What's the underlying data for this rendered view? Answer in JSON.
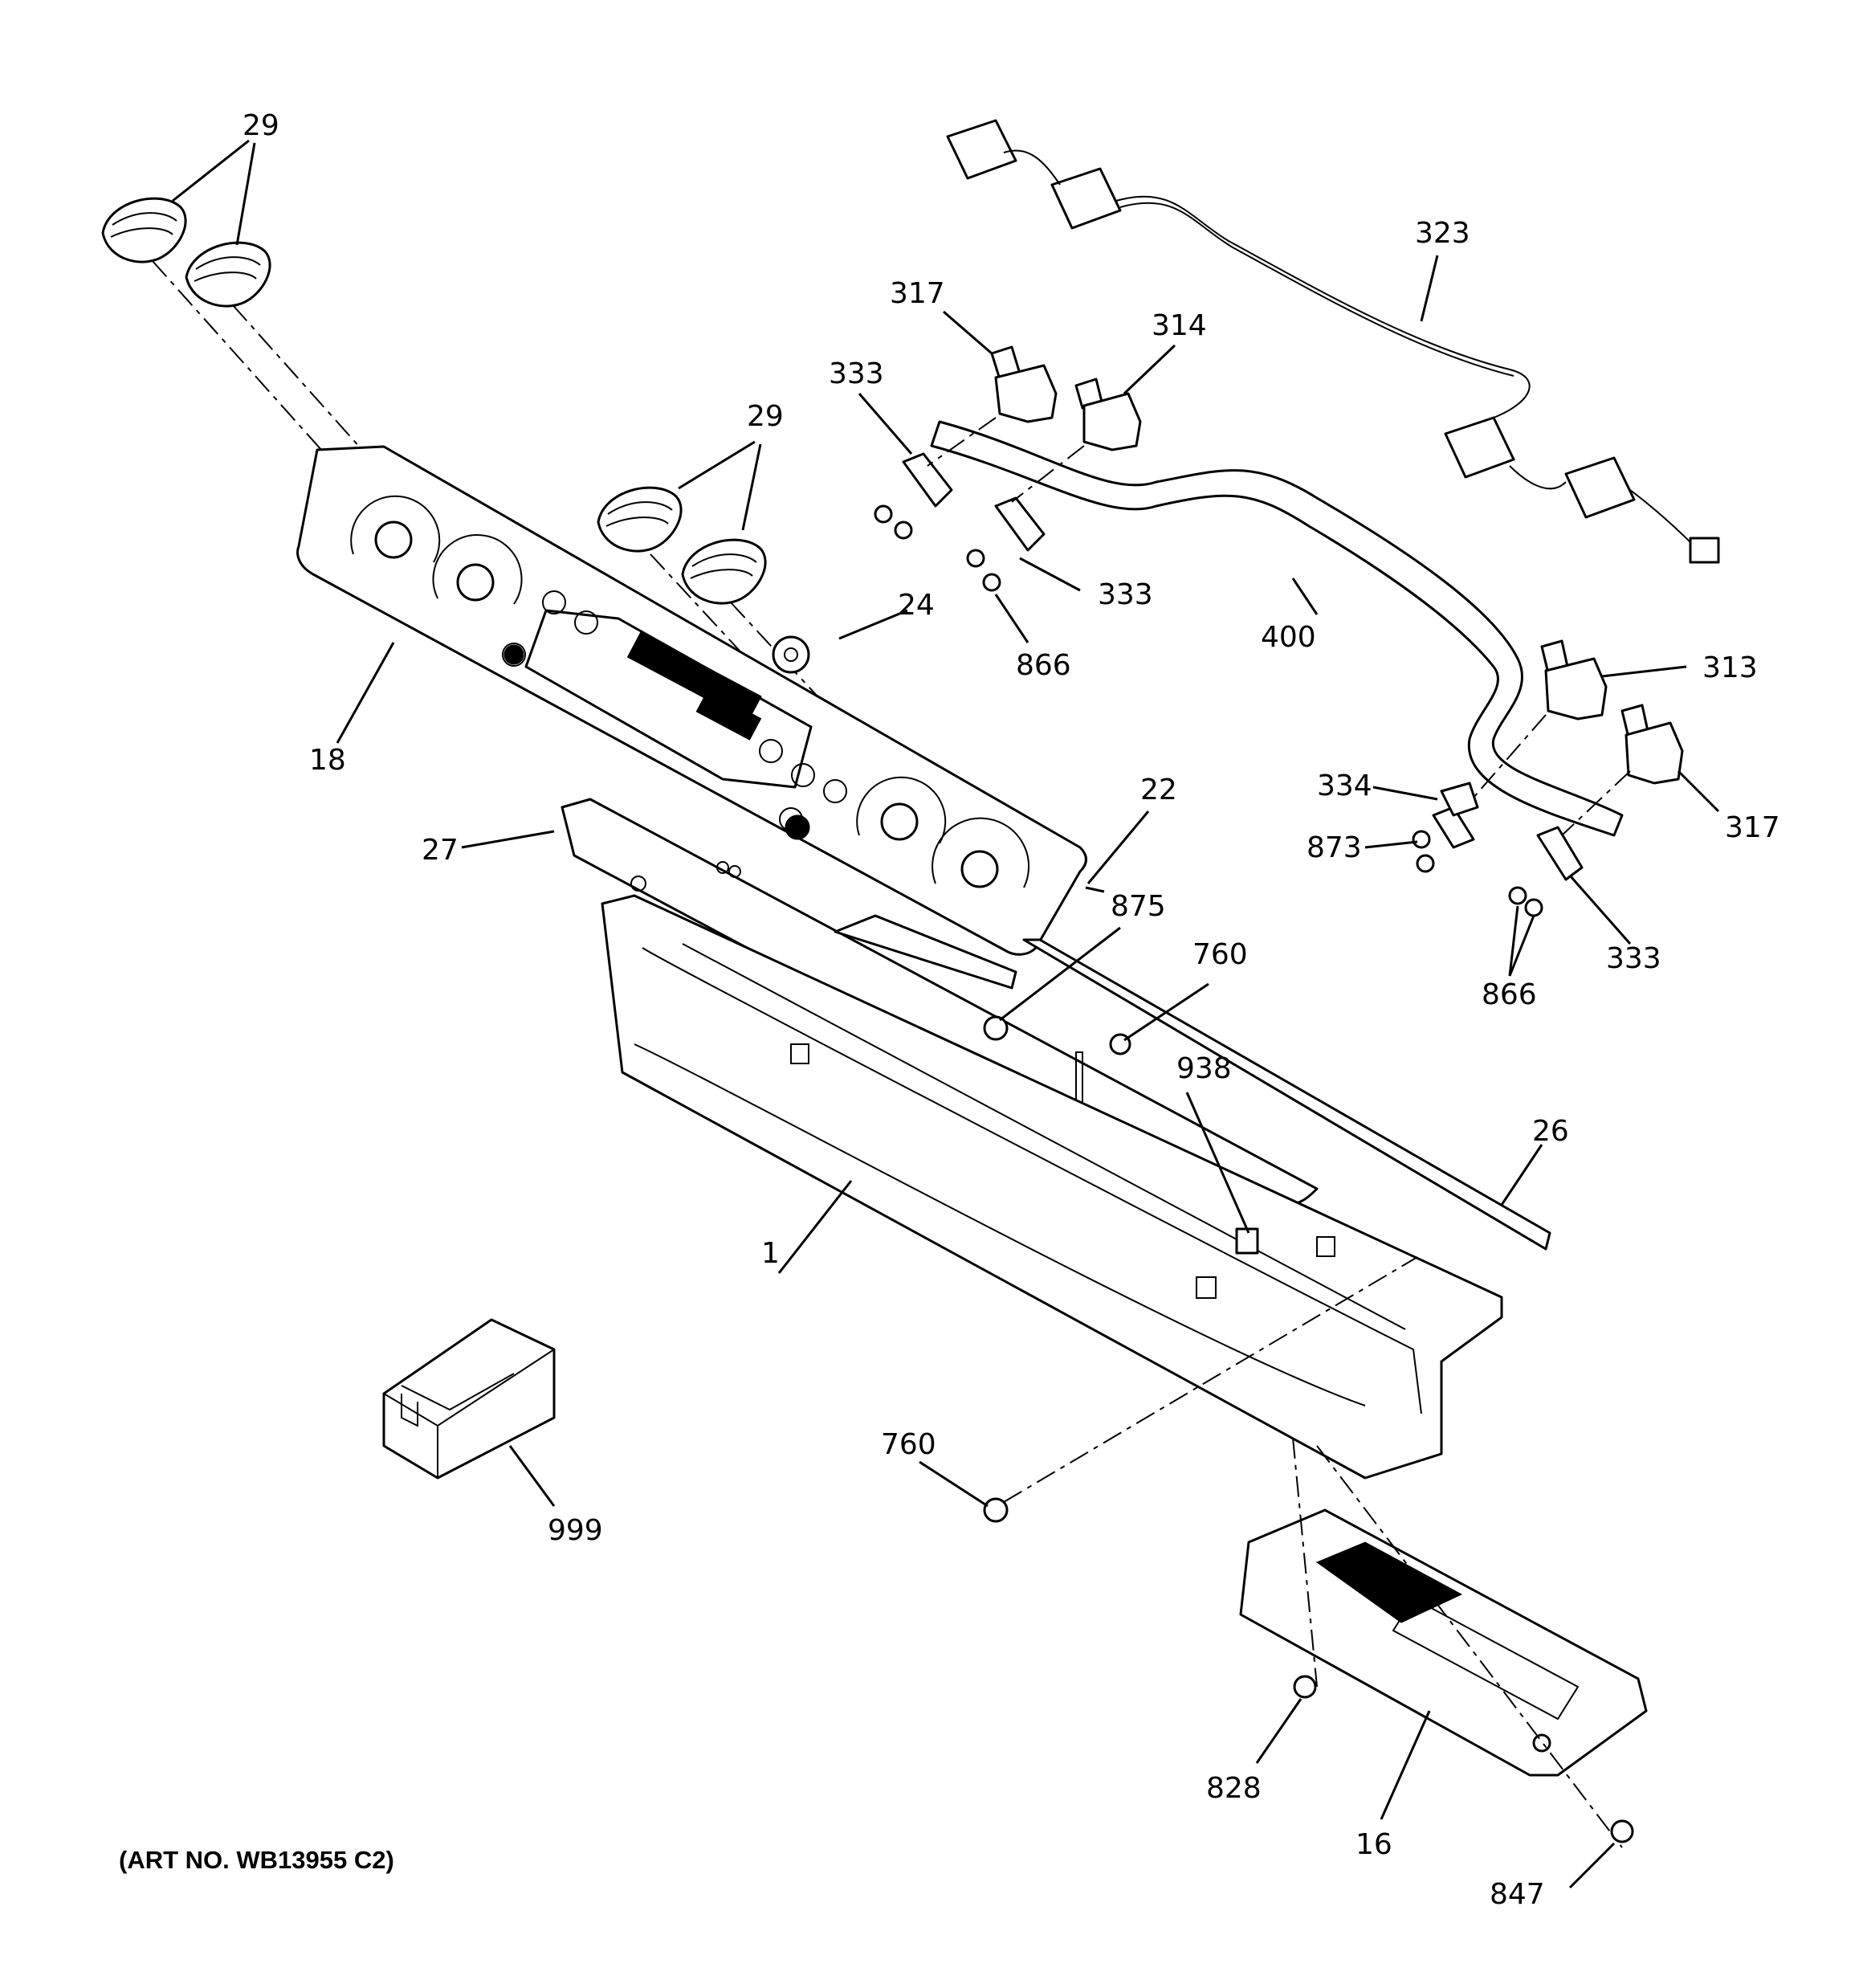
{
  "art_number": "(ART NO. WB13955 C2)",
  "callouts": {
    "p29a": "29",
    "p29b": "29",
    "p323": "323",
    "p317a": "317",
    "p314": "314",
    "p333a": "333",
    "p333b": "333",
    "p333c": "333",
    "p866a": "866",
    "p866b": "866",
    "p24": "24",
    "p400": "400",
    "p313": "313",
    "p317b": "317",
    "p334": "334",
    "p873": "873",
    "p18": "18",
    "p22": "22",
    "p27": "27",
    "p875": "875",
    "p760a": "760",
    "p760b": "760",
    "p938": "938",
    "p26": "26",
    "p1": "1",
    "p999": "999",
    "p828": "828",
    "p16": "16",
    "p847": "847"
  }
}
